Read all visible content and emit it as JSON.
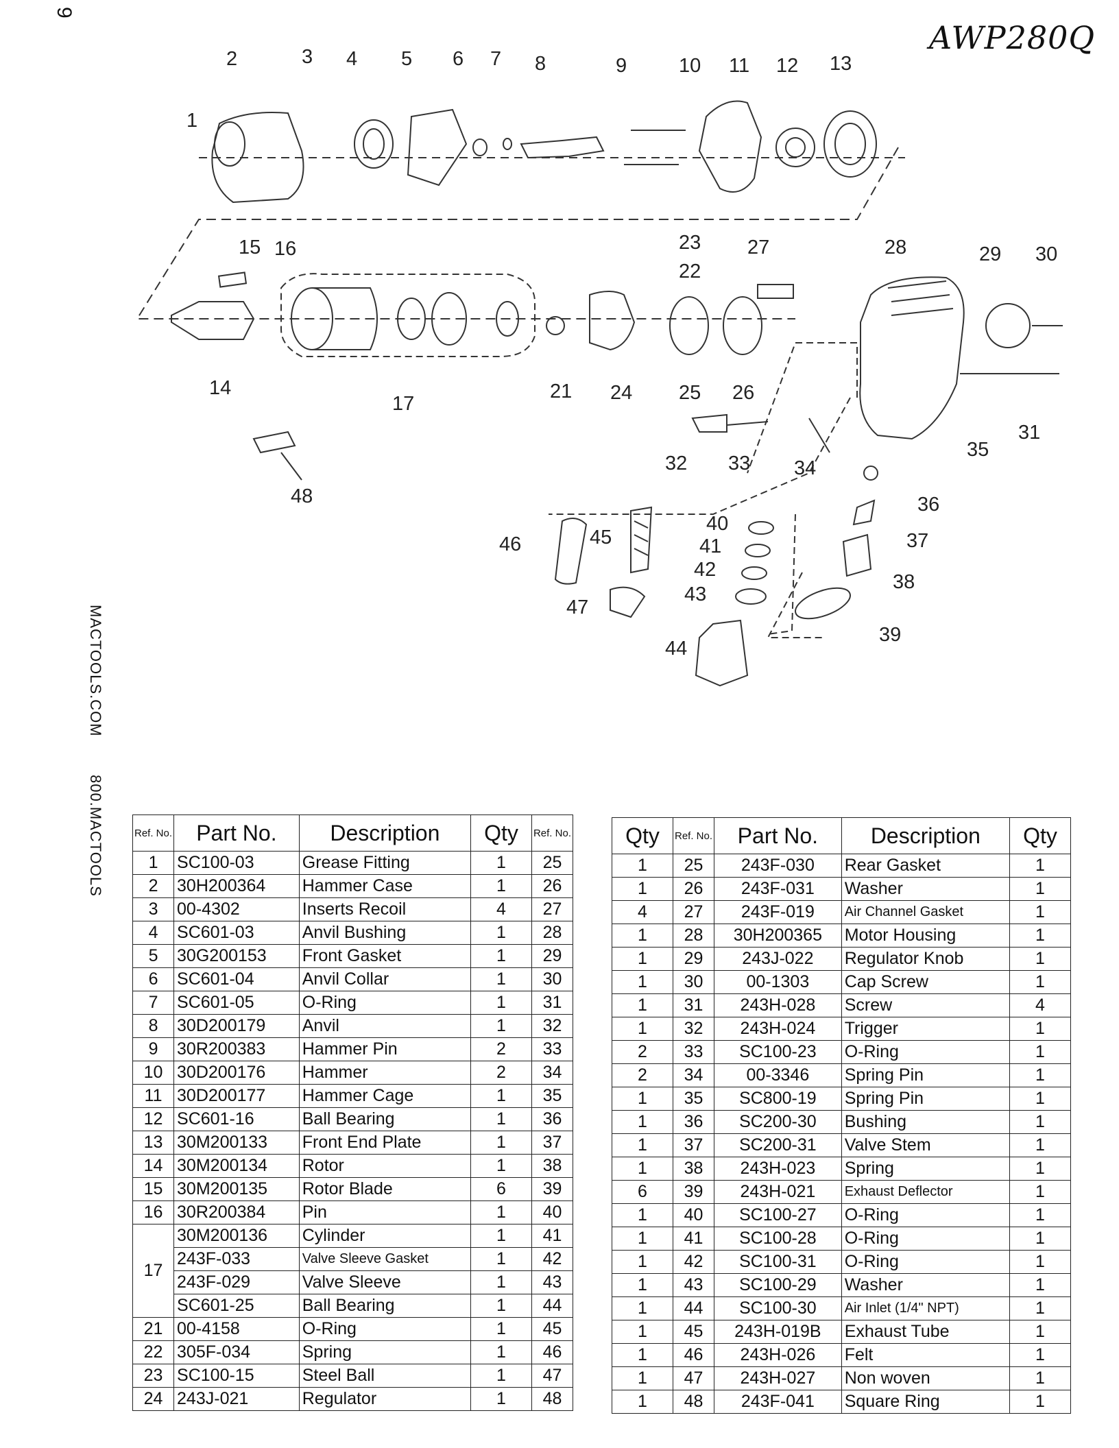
{
  "page": {
    "page_number": "9",
    "model_note": "AWP280Q",
    "side_text_web": "MACTOOLS.COM",
    "side_text_phone": "800.MACTOOLS"
  },
  "diagram": {
    "callouts": [
      "1",
      "2",
      "3",
      "4",
      "5",
      "6",
      "7",
      "8",
      "9",
      "10",
      "11",
      "12",
      "13",
      "14",
      "15",
      "16",
      "17",
      "21",
      "22",
      "23",
      "24",
      "25",
      "26",
      "27",
      "28",
      "29",
      "30",
      "31",
      "32",
      "33",
      "34",
      "35",
      "36",
      "37",
      "38",
      "39",
      "40",
      "41",
      "42",
      "43",
      "44",
      "45",
      "46",
      "47",
      "48"
    ]
  },
  "table_left": {
    "headers": {
      "ref": "Ref. No.",
      "part": "Part No.",
      "desc": "Description",
      "qty": "Qty",
      "ref2": "Ref. No."
    },
    "rows": [
      {
        "ref": "1",
        "part": "SC100-03",
        "desc": "Grease Fitting",
        "qty": "1",
        "ref2": "25"
      },
      {
        "ref": "2",
        "part": "30H200364",
        "desc": "Hammer Case",
        "qty": "1",
        "ref2": "26"
      },
      {
        "ref": "3",
        "part": "00-4302",
        "desc": "Inserts Recoil",
        "qty": "4",
        "ref2": "27"
      },
      {
        "ref": "4",
        "part": "SC601-03",
        "desc": "Anvil Bushing",
        "qty": "1",
        "ref2": "28"
      },
      {
        "ref": "5",
        "part": "30G200153",
        "desc": "Front Gasket",
        "qty": "1",
        "ref2": "29"
      },
      {
        "ref": "6",
        "part": "SC601-04",
        "desc": "Anvil Collar",
        "qty": "1",
        "ref2": "30"
      },
      {
        "ref": "7",
        "part": "SC601-05",
        "desc": "O-Ring",
        "qty": "1",
        "ref2": "31"
      },
      {
        "ref": "8",
        "part": "30D200179",
        "desc": "Anvil",
        "qty": "1",
        "ref2": "32"
      },
      {
        "ref": "9",
        "part": "30R200383",
        "desc": "Hammer Pin",
        "qty": "2",
        "ref2": "33"
      },
      {
        "ref": "10",
        "part": "30D200176",
        "desc": "Hammer",
        "qty": "2",
        "ref2": "34"
      },
      {
        "ref": "11",
        "part": "30D200177",
        "desc": "Hammer Cage",
        "qty": "1",
        "ref2": "35"
      },
      {
        "ref": "12",
        "part": "SC601-16",
        "desc": "Ball Bearing",
        "qty": "1",
        "ref2": "36"
      },
      {
        "ref": "13",
        "part": "30M200133",
        "desc": "Front End Plate",
        "qty": "1",
        "ref2": "37"
      },
      {
        "ref": "14",
        "part": "30M200134",
        "desc": "Rotor",
        "qty": "1",
        "ref2": "38"
      },
      {
        "ref": "15",
        "part": "30M200135",
        "desc": "Rotor Blade",
        "qty": "6",
        "ref2": "39"
      },
      {
        "ref": "16",
        "part": "30R200384",
        "desc": "Pin",
        "qty": "1",
        "ref2": "40"
      },
      {
        "ref": "17",
        "part": "30M200136",
        "desc": "Cylinder",
        "qty": "1",
        "ref2": "41"
      },
      {
        "ref": "",
        "part": "243F-033",
        "desc": "Valve Sleeve Gasket",
        "qty": "1",
        "ref2": "42"
      },
      {
        "ref": "",
        "part": "243F-029",
        "desc": "Valve Sleeve",
        "qty": "1",
        "ref2": "43"
      },
      {
        "ref": "",
        "part": "SC601-25",
        "desc": "Ball Bearing",
        "qty": "1",
        "ref2": "44"
      },
      {
        "ref": "21",
        "part": "00-4158",
        "desc": "O-Ring",
        "qty": "1",
        "ref2": "45"
      },
      {
        "ref": "22",
        "part": "305F-034",
        "desc": "Spring",
        "qty": "1",
        "ref2": "46"
      },
      {
        "ref": "23",
        "part": "SC100-15",
        "desc": "Steel Ball",
        "qty": "1",
        "ref2": "47"
      },
      {
        "ref": "24",
        "part": "243J-021",
        "desc": "Regulator",
        "qty": "1",
        "ref2": "48"
      }
    ]
  },
  "table_right": {
    "headers": {
      "qty": "Qty",
      "ref": "Ref. No.",
      "part": "Part No.",
      "desc": "Description",
      "qty2": "Qty"
    },
    "rows": [
      {
        "qty": "1",
        "ref": "25",
        "part": "243F-030",
        "desc": "Rear Gasket",
        "qty2": "1"
      },
      {
        "qty": "1",
        "ref": "26",
        "part": "243F-031",
        "desc": "Washer",
        "qty2": "1"
      },
      {
        "qty": "4",
        "ref": "27",
        "part": "243F-019",
        "desc": "Air Channel Gasket",
        "qty2": "1"
      },
      {
        "qty": "1",
        "ref": "28",
        "part": "30H200365",
        "desc": "Motor Housing",
        "qty2": "1"
      },
      {
        "qty": "1",
        "ref": "29",
        "part": "243J-022",
        "desc": "Regulator Knob",
        "qty2": "1"
      },
      {
        "qty": "1",
        "ref": "30",
        "part": "00-1303",
        "desc": "Cap Screw",
        "qty2": "1"
      },
      {
        "qty": "1",
        "ref": "31",
        "part": "243H-028",
        "desc": "Screw",
        "qty2": "4"
      },
      {
        "qty": "1",
        "ref": "32",
        "part": "243H-024",
        "desc": "Trigger",
        "qty2": "1"
      },
      {
        "qty": "2",
        "ref": "33",
        "part": "SC100-23",
        "desc": "O-Ring",
        "qty2": "1"
      },
      {
        "qty": "2",
        "ref": "34",
        "part": "00-3346",
        "desc": "Spring Pin",
        "qty2": "1"
      },
      {
        "qty": "1",
        "ref": "35",
        "part": "SC800-19",
        "desc": "Spring Pin",
        "qty2": "1"
      },
      {
        "qty": "1",
        "ref": "36",
        "part": "SC200-30",
        "desc": "Bushing",
        "qty2": "1"
      },
      {
        "qty": "1",
        "ref": "37",
        "part": "SC200-31",
        "desc": "Valve Stem",
        "qty2": "1"
      },
      {
        "qty": "1",
        "ref": "38",
        "part": "243H-023",
        "desc": "Spring",
        "qty2": "1"
      },
      {
        "qty": "6",
        "ref": "39",
        "part": "243H-021",
        "desc": "Exhaust Deflector",
        "qty2": "1"
      },
      {
        "qty": "1",
        "ref": "40",
        "part": "SC100-27",
        "desc": "O-Ring",
        "qty2": "1"
      },
      {
        "qty": "1",
        "ref": "41",
        "part": "SC100-28",
        "desc": "O-Ring",
        "qty2": "1"
      },
      {
        "qty": "1",
        "ref": "42",
        "part": "SC100-31",
        "desc": "O-Ring",
        "qty2": "1"
      },
      {
        "qty": "1",
        "ref": "43",
        "part": "SC100-29",
        "desc": "Washer",
        "qty2": "1"
      },
      {
        "qty": "1",
        "ref": "44",
        "part": "SC100-30",
        "desc": "Air Inlet (1/4\" NPT)",
        "qty2": "1"
      },
      {
        "qty": "1",
        "ref": "45",
        "part": "243H-019B",
        "desc": "Exhaust Tube",
        "qty2": "1"
      },
      {
        "qty": "1",
        "ref": "46",
        "part": "243H-026",
        "desc": "Felt",
        "qty2": "1"
      },
      {
        "qty": "1",
        "ref": "47",
        "part": "243H-027",
        "desc": "Non woven",
        "qty2": "1"
      },
      {
        "qty": "1",
        "ref": "48",
        "part": "243F-041",
        "desc": "Square Ring",
        "qty2": "1"
      }
    ]
  }
}
